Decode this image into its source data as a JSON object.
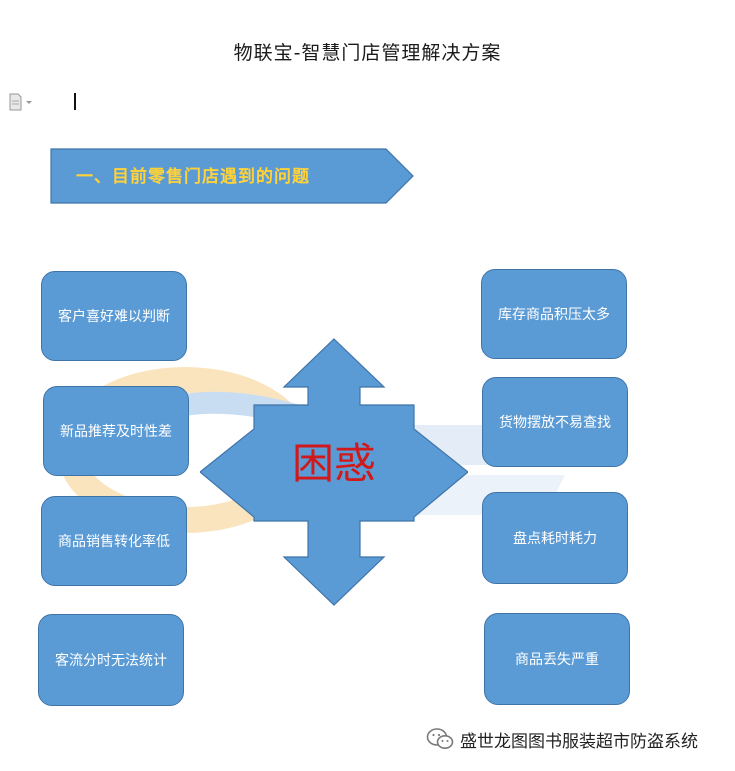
{
  "document": {
    "title": "物联宝-智慧门店管理解决方案"
  },
  "banner": {
    "text": "一、目前零售门店遇到的问题"
  },
  "center": {
    "text": "困惑"
  },
  "left_boxes": [
    {
      "label": "客户喜好难以判断"
    },
    {
      "label": "新品推荐及时性差"
    },
    {
      "label": "商品销售转化率低"
    },
    {
      "label": "客流分时无法统计"
    }
  ],
  "right_boxes": [
    {
      "label": "库存商品积压太多"
    },
    {
      "label": "货物摆放不易查找"
    },
    {
      "label": "盘点耗时耗力"
    },
    {
      "label": "商品丢失严重"
    }
  ],
  "footer": {
    "text": "盛世龙图图书服装超市防盗系统"
  },
  "colors": {
    "box_fill": "#5b9bd5",
    "center_text": "#d0191b",
    "banner_text": "#ffd23a"
  }
}
